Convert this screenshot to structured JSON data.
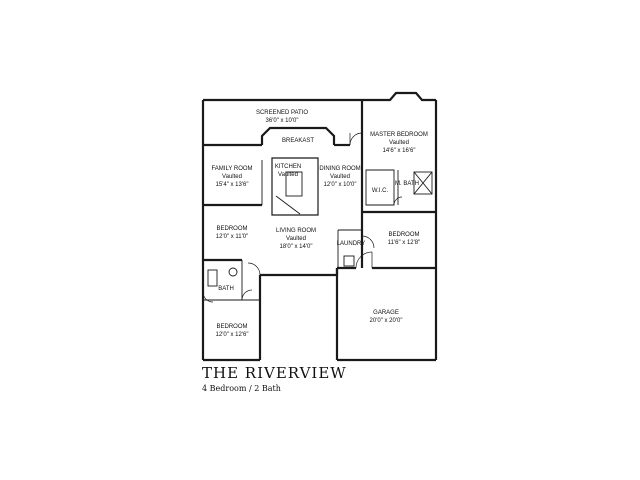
{
  "plan": {
    "title": "THE RIVERVIEW",
    "subtitle": "4 Bedroom / 2 Bath",
    "rooms": {
      "patio": {
        "name": "SCREENED PATIO",
        "size": "36'0\" x 10'0\""
      },
      "breakfast": {
        "name": "BREAKAST"
      },
      "master": {
        "name": "MASTER BEDROOM",
        "note": "Vaulted",
        "size": "14'6\" x 16'6\""
      },
      "family": {
        "name": "FAMILY ROOM",
        "note": "Vaulted",
        "size": "15'4\" x 13'6\""
      },
      "kitchen": {
        "name": "KITCHEN",
        "note": "Vaulted"
      },
      "dining": {
        "name": "DINING ROOM",
        "note": "Vaulted",
        "size": "12'0\" x 10'0\""
      },
      "wic": {
        "name": "W.I.C."
      },
      "mbath": {
        "name": "M. BATH"
      },
      "bedroom_a": {
        "name": "BEDROOM",
        "size": "12'0\" x 11'0\""
      },
      "living": {
        "name": "LIVING ROOM",
        "note": "Vaulted",
        "size": "18'0\" x 14'0\""
      },
      "laundry": {
        "name": "LAUNDRY"
      },
      "bedroom_b": {
        "name": "BEDROOM",
        "size": "11'6\" x 12'8\""
      },
      "bath": {
        "name": "BATH"
      },
      "garage": {
        "name": "GARAGE",
        "size": "20'0\" x 20'0\""
      },
      "bedroom_c": {
        "name": "BEDROOM",
        "size": "12'0\" x 12'6\""
      }
    }
  }
}
